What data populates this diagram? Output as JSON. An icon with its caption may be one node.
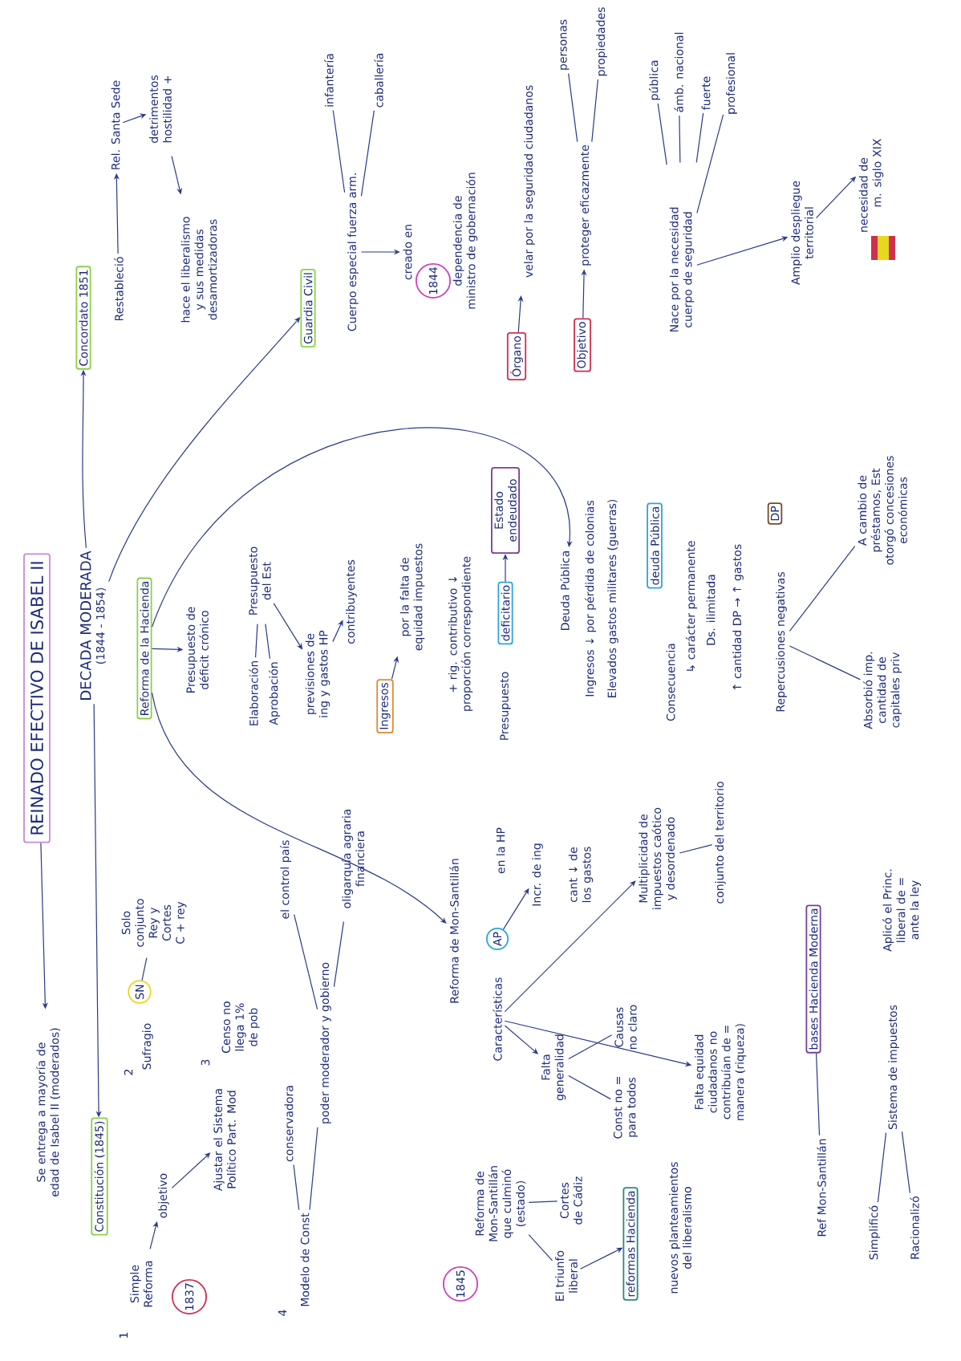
{
  "diagram": {
    "nodes": [
      {
        "text": [
          "REINADO EFECTIVO DE ISABEL II"
        ]
      },
      {
        "text": [
          "DECADA MODERADA",
          "(1844 - 1854)"
        ]
      },
      {
        "text": [
          "Se entrega a mayoría de edad de Isabel II (moderados)"
        ]
      },
      {
        "text": [
          "Concordato 1851"
        ]
      },
      {
        "text": [
          "Restableció"
        ]
      },
      {
        "text": [
          "Rel. Santa Sede"
        ]
      },
      {
        "text": [
          "detrimentos hostilidad +"
        ]
      },
      {
        "text": [
          "hace el liberalismo y sus medidas desamortizadoras"
        ]
      },
      {
        "text": [
          "Guardia Civil"
        ]
      },
      {
        "text": [
          "Cuerpo especial fuerza arm."
        ]
      },
      {
        "text": [
          "infantería"
        ]
      },
      {
        "text": [
          "caballería"
        ]
      },
      {
        "text": [
          "creado en"
        ]
      },
      {
        "text": [
          "1844"
        ]
      },
      {
        "text": [
          "dependencia de ministro de gobernación"
        ]
      },
      {
        "text": [
          "Órgano"
        ]
      },
      {
        "text": [
          "velar por la seguridad ciudadanos"
        ]
      },
      {
        "text": [
          "Objetivo"
        ]
      },
      {
        "text": [
          "proteger eficazmente"
        ]
      },
      {
        "text": [
          "personas"
        ]
      },
      {
        "text": [
          "propiedades"
        ]
      },
      {
        "text": [
          "Nace por la necesidad cuerpo de seguridad"
        ]
      },
      {
        "text": [
          "pública"
        ]
      },
      {
        "text": [
          "ámb. nacional"
        ]
      },
      {
        "text": [
          "fuerte"
        ]
      },
      {
        "text": [
          "profesional"
        ]
      },
      {
        "text": [
          "Amplio despliegue territorial"
        ]
      },
      {
        "text": [
          "necesidad de",
          "m. siglo XIX"
        ]
      },
      {
        "text": [
          "Reforma de la Hacienda"
        ]
      },
      {
        "text": [
          "Presupuesto de déficit crónico"
        ]
      },
      {
        "text": [
          "Elaboración"
        ]
      },
      {
        "text": [
          "Aprobación"
        ]
      },
      {
        "text": [
          "Presupuesto del Est"
        ]
      },
      {
        "text": [
          "previsiones de ing y gastos HP"
        ]
      },
      {
        "text": [
          "contribuyentes"
        ]
      },
      {
        "text": [
          "Ingresos"
        ]
      },
      {
        "text": [
          "por la falta de equidad impuestos"
        ]
      },
      {
        "text": [
          "+ rig. contributivo ↓ proporción correspondiente"
        ]
      },
      {
        "text": [
          "deficitario"
        ]
      },
      {
        "text": [
          "Estado endeudado"
        ]
      },
      {
        "text": [
          "Deuda Pública"
        ]
      },
      {
        "text": [
          "deuda Pública"
        ]
      },
      {
        "text": [
          "Repercusiones negativas"
        ]
      },
      {
        "text": [
          "DP"
        ]
      },
      {
        "text": [
          "A cambio de préstamos, Est otorgó concesiones económicas"
        ]
      },
      {
        "text": [
          "Absorbió imp. cantidad de capitales priv"
        ]
      },
      {
        "text": [
          "Constitución (1845)"
        ]
      },
      {
        "text": [
          "Simple Reforma"
        ]
      },
      {
        "text": [
          "1837"
        ]
      },
      {
        "text": [
          "objetivo"
        ]
      },
      {
        "text": [
          "Ajustar el Sistema Político Part. Mod"
        ]
      },
      {
        "text": [
          "Sufragio"
        ]
      },
      {
        "text": [
          "SN"
        ]
      },
      {
        "text": [
          "Solo conjunto Rey y Cortes C + rey"
        ]
      },
      {
        "text": [
          "Censo no llega 1% de pob"
        ]
      },
      {
        "text": [
          "Modelo de Const"
        ]
      },
      {
        "text": [
          "conservadora"
        ]
      },
      {
        "text": [
          "poder moderador y gobierno"
        ]
      },
      {
        "text": [
          "el control país"
        ]
      },
      {
        "text": [
          "oligarquía agraria financiera"
        ]
      },
      {
        "text": [
          "Reforma de Mon-Santillán"
        ]
      },
      {
        "text": [
          "Características"
        ]
      },
      {
        "text": [
          "AP"
        ]
      },
      {
        "text": [
          "Incr. de ing"
        ]
      },
      {
        "text": [
          "cant ↓ de los gastos"
        ]
      },
      {
        "text": [
          "Falta generalidad"
        ]
      },
      {
        "text": [
          "Const no = para todos"
        ]
      },
      {
        "text": [
          "Causas no claro"
        ]
      },
      {
        "text": [
          "Falta equidad ciudadanos no contribuían de = manera (riqueza)"
        ]
      },
      {
        "text": [
          "Multiplicidad de impuestos caótico y desordenado"
        ]
      },
      {
        "text": [
          "conjunto del territorio"
        ]
      },
      {
        "text": [
          "1845"
        ]
      },
      {
        "text": [
          "Reforma de Mon-Santillán que culminó (estado)"
        ]
      },
      {
        "text": [
          "El triunfo liberal"
        ]
      },
      {
        "text": [
          "Cortes de Cádiz"
        ]
      },
      {
        "text": [
          "reformas Hacienda"
        ]
      },
      {
        "text": [
          "nuevos planteamientos del liberalismo"
        ]
      },
      {
        "text": [
          "Ref Mon-Santillán"
        ]
      },
      {
        "text": [
          "bases Hacienda Moderna"
        ]
      },
      {
        "text": [
          "Simplificó"
        ]
      },
      {
        "text": [
          "Racionalizó"
        ]
      },
      {
        "text": [
          "Sistema de impuestos"
        ]
      },
      {
        "text": [
          "Aplicó el Princ. liberal de = ante la ley"
        ]
      }
    ],
    "edges": [
      {
        "from": 0,
        "to": 2,
        "arrow": "to"
      },
      {
        "from": 1,
        "to": 3,
        "arrow": "to"
      },
      {
        "from": 1,
        "to": 8,
        "arrow": "to"
      },
      {
        "from": 1,
        "to": 46,
        "arrow": "to"
      },
      {
        "from": 28,
        "to": 40,
        "arrow": "to"
      },
      {
        "from": 28,
        "to": 60,
        "arrow": "to"
      },
      {
        "from": 4,
        "to": 5,
        "arrow": "to"
      },
      {
        "from": 5,
        "to": 6,
        "arrow": "to"
      },
      {
        "from": 6,
        "to": 7,
        "arrow": "to"
      },
      {
        "from": 9,
        "to": 10,
        "arrow": "none"
      },
      {
        "from": 9,
        "to": 11,
        "arrow": "none"
      },
      {
        "from": 9,
        "to": 12,
        "arrow": "to"
      },
      {
        "from": 15,
        "to": 16,
        "arrow": "to"
      },
      {
        "from": 17,
        "to": 18,
        "arrow": "to"
      },
      {
        "from": 18,
        "to": 19,
        "arrow": "none"
      },
      {
        "from": 18,
        "to": 20,
        "arrow": "none"
      },
      {
        "from": 21,
        "to": 22,
        "arrow": "none"
      },
      {
        "from": 21,
        "to": 23,
        "arrow": "none"
      },
      {
        "from": 21,
        "to": 24,
        "arrow": "none"
      },
      {
        "from": 21,
        "to": 25,
        "arrow": "none"
      },
      {
        "from": 21,
        "to": 26,
        "arrow": "to"
      },
      {
        "from": 26,
        "to": 27,
        "arrow": "to"
      },
      {
        "from": 28,
        "to": 29,
        "arrow": "to"
      },
      {
        "from": 30,
        "to": 32,
        "arrow": "none"
      },
      {
        "from": 31,
        "to": 32,
        "arrow": "none"
      },
      {
        "from": 32,
        "to": 33,
        "arrow": "to"
      },
      {
        "from": 33,
        "to": 34,
        "arrow": "to"
      },
      {
        "from": 35,
        "to": 36,
        "arrow": "to"
      },
      {
        "from": 38,
        "to": 39,
        "arrow": "to"
      },
      {
        "from": 42,
        "to": 44,
        "arrow": "none"
      },
      {
        "from": 42,
        "to": 45,
        "arrow": "none"
      },
      {
        "from": 47,
        "to": 49,
        "arrow": "to"
      },
      {
        "from": 49,
        "to": 50,
        "arrow": "to"
      },
      {
        "from": 52,
        "to": 53,
        "arrow": "none"
      },
      {
        "from": 55,
        "to": 56,
        "arrow": "none"
      },
      {
        "from": 55,
        "to": 57,
        "arrow": "none"
      },
      {
        "from": 57,
        "to": 58,
        "arrow": "none"
      },
      {
        "from": 57,
        "to": 59,
        "arrow": "none"
      },
      {
        "from": 61,
        "to": 65,
        "arrow": "to"
      },
      {
        "from": 61,
        "to": 68,
        "arrow": "to"
      },
      {
        "from": 61,
        "to": 69,
        "arrow": "to"
      },
      {
        "from": 62,
        "to": 63,
        "arrow": "to"
      },
      {
        "from": 65,
        "to": 66,
        "arrow": "none"
      },
      {
        "from": 65,
        "to": 67,
        "arrow": "none"
      },
      {
        "from": 69,
        "to": 70,
        "arrow": "none"
      },
      {
        "from": 72,
        "to": 73,
        "arrow": "none"
      },
      {
        "from": 72,
        "to": 74,
        "arrow": "none"
      },
      {
        "from": 73,
        "to": 75,
        "arrow": "to"
      },
      {
        "from": 77,
        "to": 78,
        "arrow": "none"
      },
      {
        "from": 79,
        "to": 81,
        "arrow": "none"
      },
      {
        "from": 80,
        "to": 81,
        "arrow": "none"
      }
    ],
    "labels": [
      "1",
      "2",
      "3",
      "4",
      "en la HP",
      "Presupuesto",
      "Ingresos ↓ por pérdida de colonias",
      "Elevados gastos militares (guerras)",
      "Consecuencia",
      "↳ carácter permanente",
      "Ds. ilimitada",
      "↑ cantidad DP → ↑ gastos"
    ]
  }
}
